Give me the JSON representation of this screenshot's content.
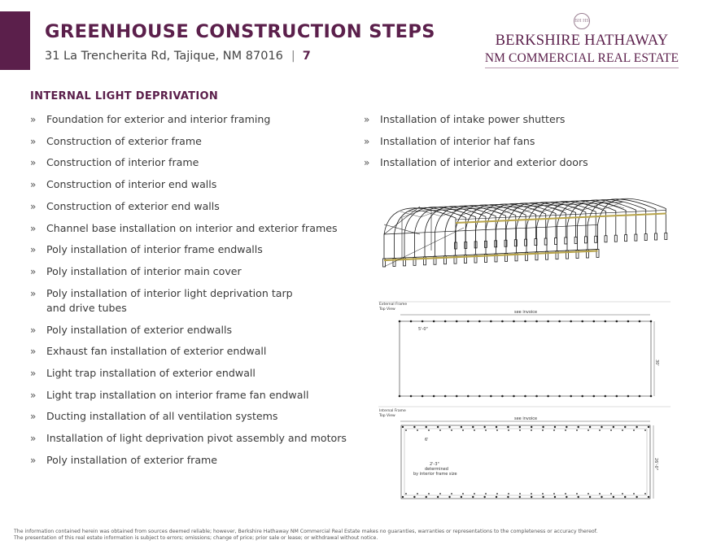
{
  "header": {
    "title": "GREENHOUSE CONSTRUCTION STEPS",
    "address": "31 La Trencherita Rd, Tajique, NM 87016",
    "separator": "|",
    "page_number": "7",
    "accent_color": "#5b1f4b"
  },
  "logo": {
    "seal_text": "BH HS",
    "line1": "BERKSHIRE HATHAWAY",
    "line2": "NM COMMERCIAL REAL ESTATE"
  },
  "section": {
    "heading": "INTERNAL LIGHT DEPRIVATION",
    "bullet": "»",
    "left_steps": [
      "Foundation for exterior and interior framing",
      "Construction of exterior frame",
      "Construction of interior frame",
      "Construction of interior end walls",
      "Construction of exterior end walls",
      "Channel base installation on interior and exterior frames",
      "Poly installation of interior frame endwalls",
      "Poly installation of interior main cover",
      "Poly installation of interior light deprivation tarp",
      "and drive tubes",
      "Poly installation of exterior endwalls",
      "Exhaust fan installation of exterior endwall",
      "Light trap installation of exterior endwall",
      "Light trap installation on interior frame fan endwall",
      "Ducting installation of all ventilation systems",
      "Installation of light deprivation pivot assembly and motors",
      "Poly installation of exterior frame"
    ],
    "right_steps": [
      "Installation of intake power shutters",
      "Installation of interior haf fans",
      "Installation of interior and exterior doors"
    ]
  },
  "drawings": {
    "external": {
      "title_line1": "External Frame",
      "title_line2": "Top View",
      "top_label": "see invoice",
      "spacing_label": "5'-0\"",
      "side_label": "30'"
    },
    "internal": {
      "title_line1": "Internal Frame",
      "title_line2": "Top View",
      "top_label": "see invoice",
      "spacing_label": "6'",
      "offset_label_1": "2'-3\"",
      "offset_label_2": "determined",
      "offset_label_3": "by interior frame size",
      "side_label": "26'-0\""
    }
  },
  "footer": {
    "disclaimer_line1": "The information contained herein was obtained from sources deemed reliable; however, Berkshire Hathaway NM Commercial Real Estate makes no guaranties, warranties or representations to the completeness or accuracy thereof.",
    "disclaimer_line2": "The presentation of this real estate information is subject to errors; omissions; change of price; prior sale or lease; or withdrawal without notice."
  }
}
